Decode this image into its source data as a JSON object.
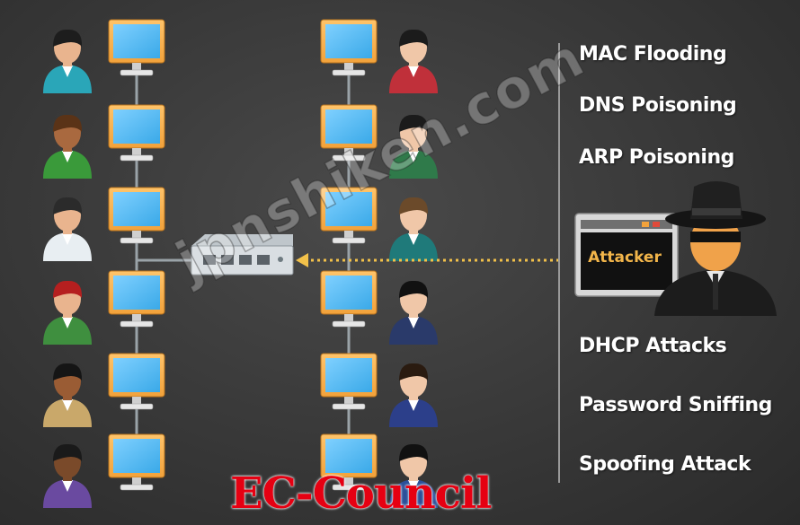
{
  "attacks_top": [
    "MAC Flooding",
    "DNS Poisoning",
    "ARP Poisoning"
  ],
  "attacks_bottom": [
    "DHCP Attacks",
    "Password Sniffing",
    "Spoofing Attack"
  ],
  "attacker_label": "Attacker",
  "watermark": "jpnshiken.com",
  "brand": "EC-Council",
  "left_users": [
    {
      "icon": "user-teal-shirt-icon",
      "shirt": "#2aa6b8",
      "skin": "#e9b48e",
      "hair": "#1d1d1d"
    },
    {
      "icon": "user-green-shirt-icon",
      "shirt": "#3a9a3a",
      "skin": "#a9693f",
      "hair": "#5a3317"
    },
    {
      "icon": "user-white-shirt-icon",
      "shirt": "#e8eef2",
      "skin": "#e9b48e",
      "hair": "#2b2b2b"
    },
    {
      "icon": "user-red-cap-icon",
      "shirt": "#3f8f3f",
      "skin": "#e9b48e",
      "hair": "#b51f1f"
    },
    {
      "icon": "user-tan-jacket-icon",
      "shirt": "#c9a86a",
      "skin": "#9a5c34",
      "hair": "#151515"
    },
    {
      "icon": "user-purple-shirt-icon",
      "shirt": "#6a4aa0",
      "skin": "#7a4a2a",
      "hair": "#1a1a1a"
    }
  ],
  "right_users": [
    {
      "icon": "woman-red-dress-icon",
      "shirt": "#c0303a",
      "skin": "#f0c7a8",
      "hair": "#1b1b1b"
    },
    {
      "icon": "man-green-suit-icon",
      "shirt": "#2f7a4a",
      "skin": "#f0c7a8",
      "hair": "#1b1b1b"
    },
    {
      "icon": "man-teal-suit-icon",
      "shirt": "#1f7a7a",
      "skin": "#f0c7a8",
      "hair": "#6b4a2a"
    },
    {
      "icon": "man-navy-suit-icon",
      "shirt": "#2a3a6a",
      "skin": "#f0c7a8",
      "hair": "#111111"
    },
    {
      "icon": "woman-navy-uniform-icon",
      "shirt": "#2c3f8a",
      "skin": "#f0c7a8",
      "hair": "#2a1b10"
    },
    {
      "icon": "man-blue-suit-icon",
      "shirt": "#2b4f9a",
      "skin": "#f0c7a8",
      "hair": "#111111"
    }
  ],
  "colors": {
    "monitor_frame": "#f2a23b",
    "screen": "#3aa9e8",
    "cable": "#9aa3a8",
    "arrow": "#f2c14a",
    "text": "#ffffff",
    "brand": "#e60012"
  }
}
